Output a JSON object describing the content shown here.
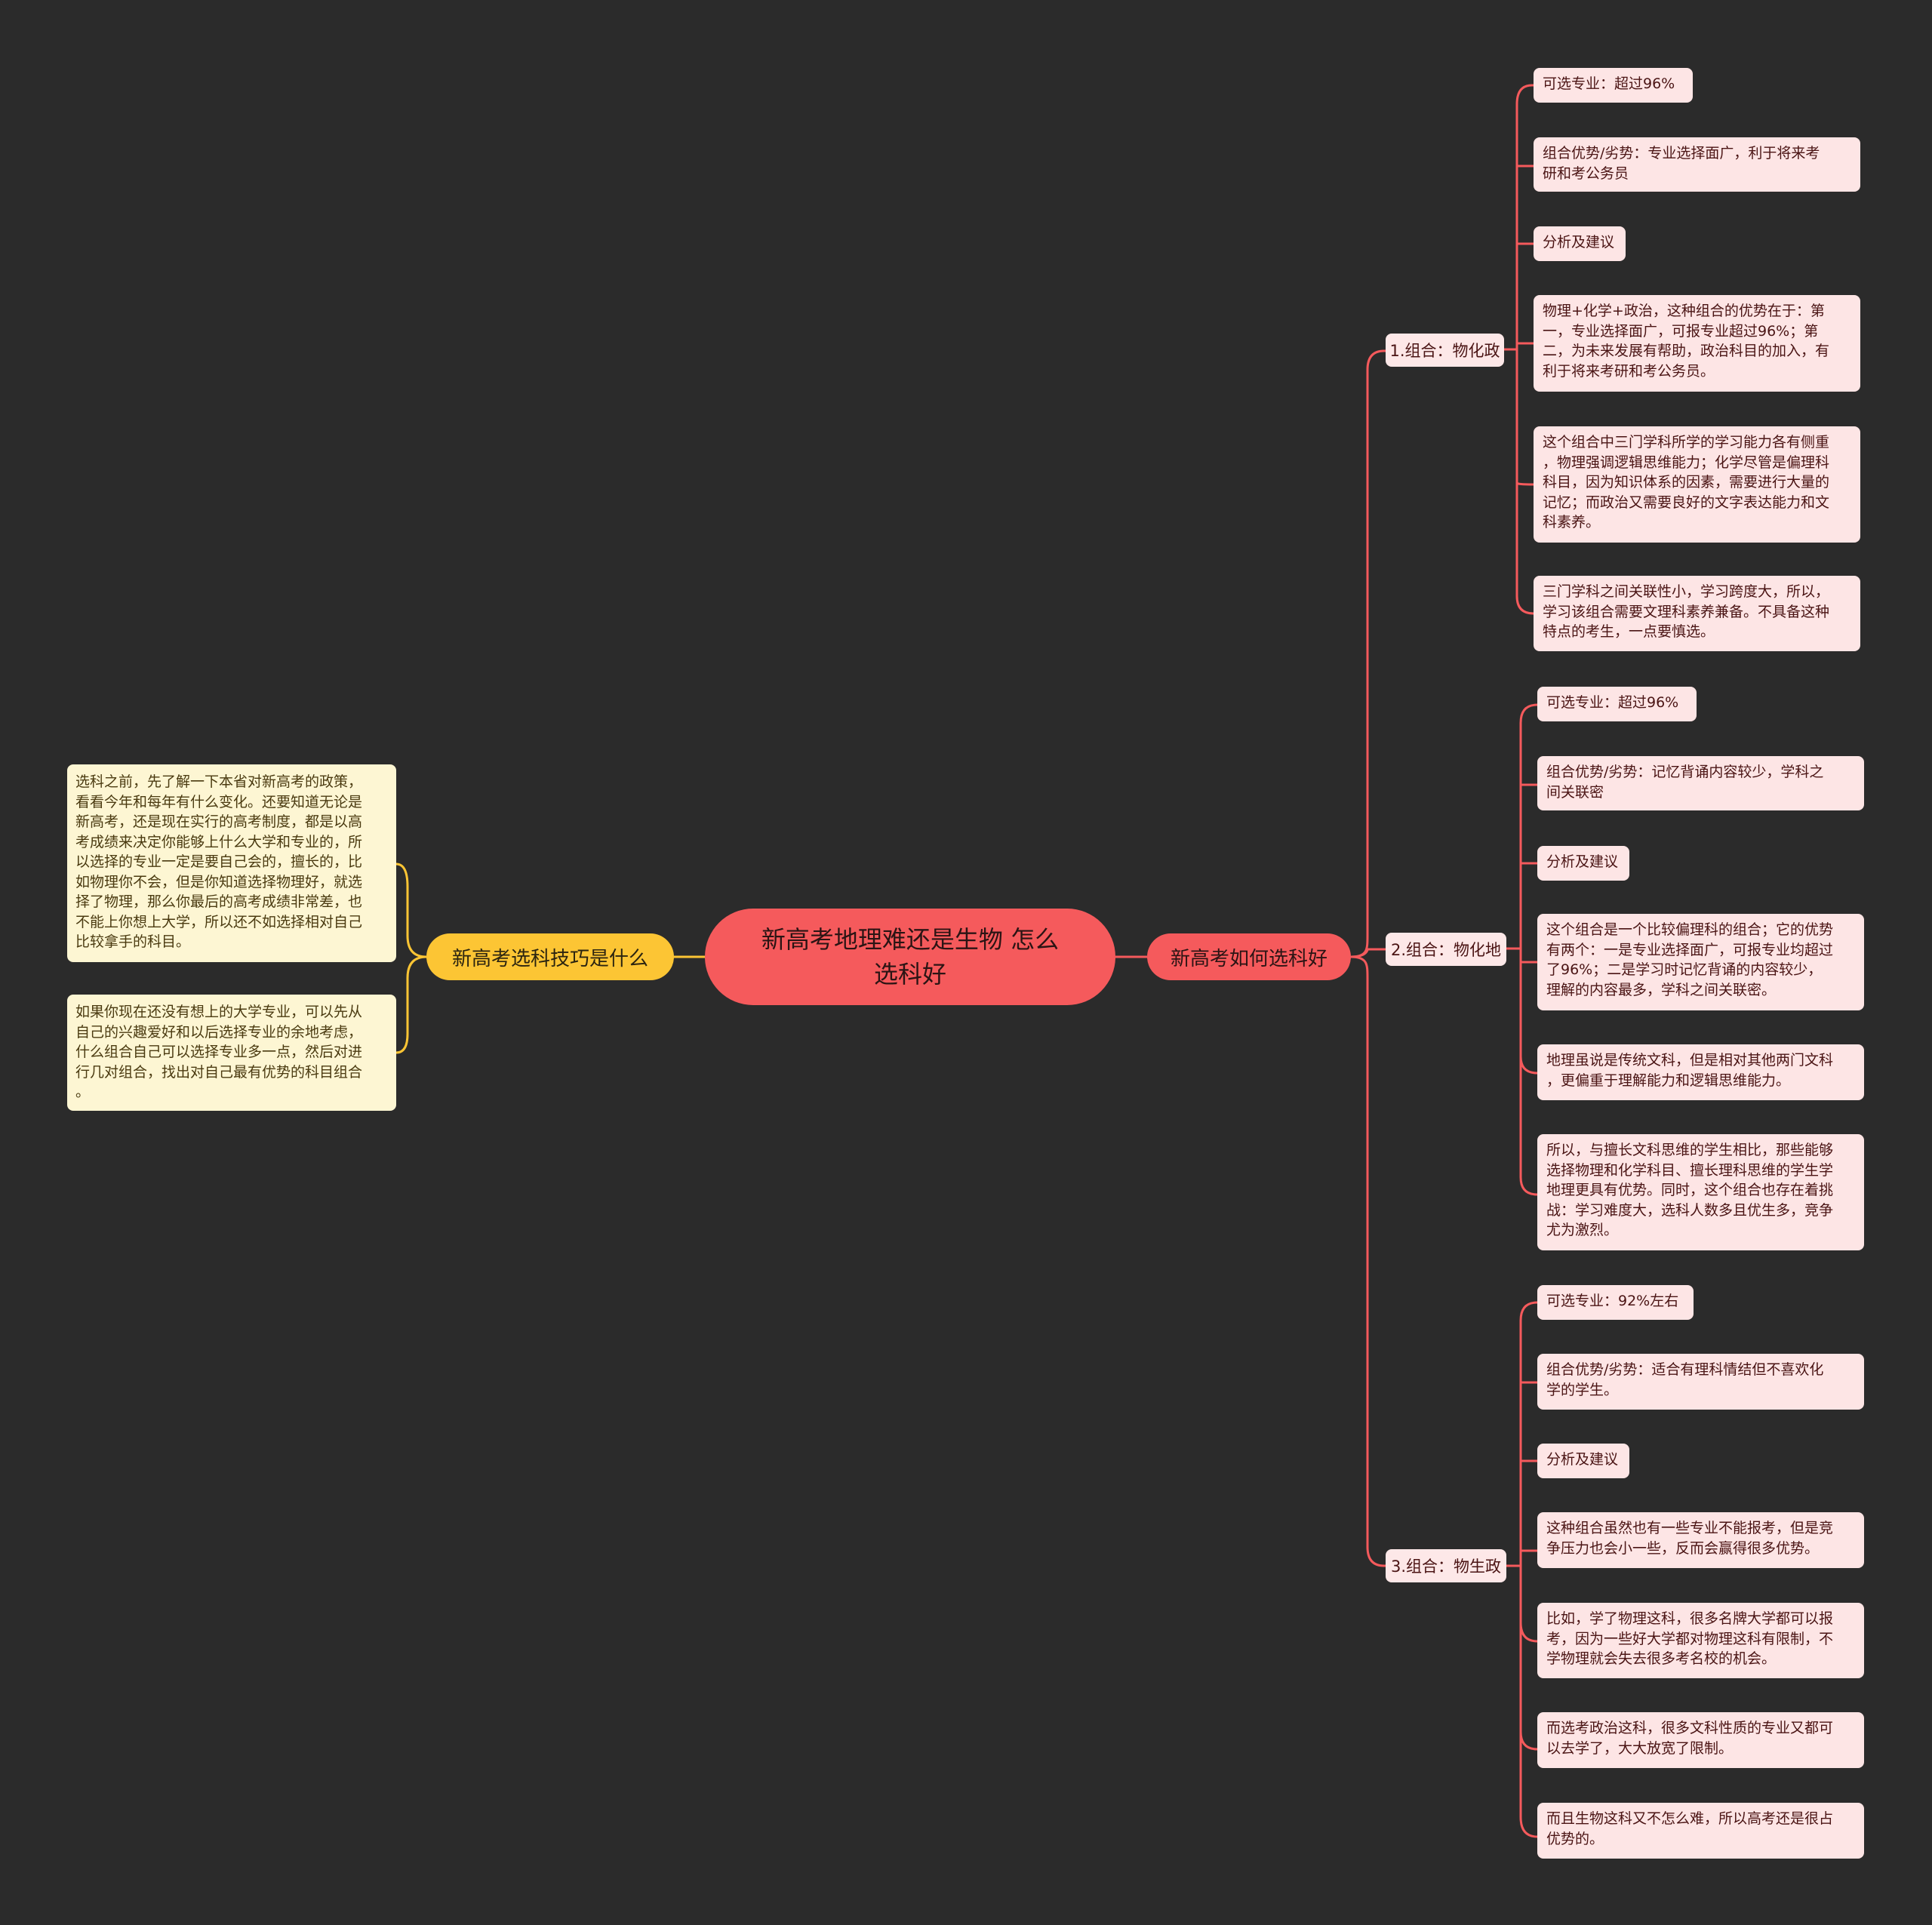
{
  "colors": {
    "background": "#2b2b2b",
    "red_branch": "#f55a5c",
    "yellow_branch": "#fcc534",
    "red_leaf": "#fde5e5",
    "yellow_leaf": "#fdf6d3"
  },
  "root": {
    "label": "新高考地理难还是生物 怎么选科好"
  },
  "right_branch": {
    "label": "新高考如何选科好",
    "groups": [
      {
        "label": "1.组合：物化政",
        "items": [
          "可选专业：超过96%",
          "组合优势/劣势：专业选择面广，利于将来考\n研和考公务员",
          "分析及建议",
          "物理+化学+政治，这种组合的优势在于：第\n一，专业选择面广，可报专业超过96%；第\n二，为未来发展有帮助，政治科目的加入，有\n利于将来考研和考公务员。",
          "这个组合中三门学科所学的学习能力各有侧重\n，物理强调逻辑思维能力；化学尽管是偏理科\n科目，因为知识体系的因素，需要进行大量的\n记忆；而政治又需要良好的文字表达能力和文\n科素养。",
          "三门学科之间关联性小，学习跨度大，所以，\n学习该组合需要文理科素养兼备。不具备这种\n特点的考生，一点要慎选。"
        ]
      },
      {
        "label": "2.组合：物化地",
        "items": [
          "可选专业：超过96%",
          "组合优势/劣势：记忆背诵内容较少，学科之\n间关联密",
          "分析及建议",
          "这个组合是一个比较偏理科的组合；它的优势\n有两个：一是专业选择面广，可报专业均超过\n了96%；二是学习时记忆背诵的内容较少，\n理解的内容最多，学科之间关联密。",
          "地理虽说是传统文科，但是相对其他两门文科\n，更偏重于理解能力和逻辑思维能力。",
          "所以，与擅长文科思维的学生相比，那些能够\n选择物理和化学科目、擅长理科思维的学生学\n地理更具有优势。同时，这个组合也存在着挑\n战：学习难度大，选科人数多且优生多，竞争\n尤为激烈。"
        ]
      },
      {
        "label": "3.组合：物生政",
        "items": [
          "可选专业：92%左右",
          "组合优势/劣势：适合有理科情结但不喜欢化\n学的学生。",
          "分析及建议",
          "这种组合虽然也有一些专业不能报考，但是竞\n争压力也会小一些，反而会赢得很多优势。",
          "比如，学了物理这科，很多名牌大学都可以报\n考，因为一些好大学都对物理这科有限制，不\n学物理就会失去很多考名校的机会。",
          "而选考政治这科，很多文科性质的专业又都可\n以去学了，大大放宽了限制。",
          "而且生物这科又不怎么难，所以高考还是很占\n优势的。"
        ]
      }
    ]
  },
  "left_branch": {
    "label": "新高考选科技巧是什么",
    "items": [
      "选科之前，先了解一下本省对新高考的政策，\n看看今年和每年有什么变化。还要知道无论是\n新高考，还是现在实行的高考制度，都是以高\n考成绩来决定你能够上什么大学和专业的，所\n以选择的专业一定是要自己会的，擅长的，比\n如物理你不会，但是你知道选择物理好，就选\n择了物理，那么你最后的高考成绩非常差，也\n不能上你想上大学，所以还不如选择相对自己\n比较拿手的科目。",
      "如果你现在还没有想上的大学专业，可以先从\n自己的兴趣爱好和以后选择专业的余地考虑，\n什么组合自己可以选择专业多一点，然后对进\n行几对组合，找出对自己最有优势的科目组合\n。"
    ]
  }
}
